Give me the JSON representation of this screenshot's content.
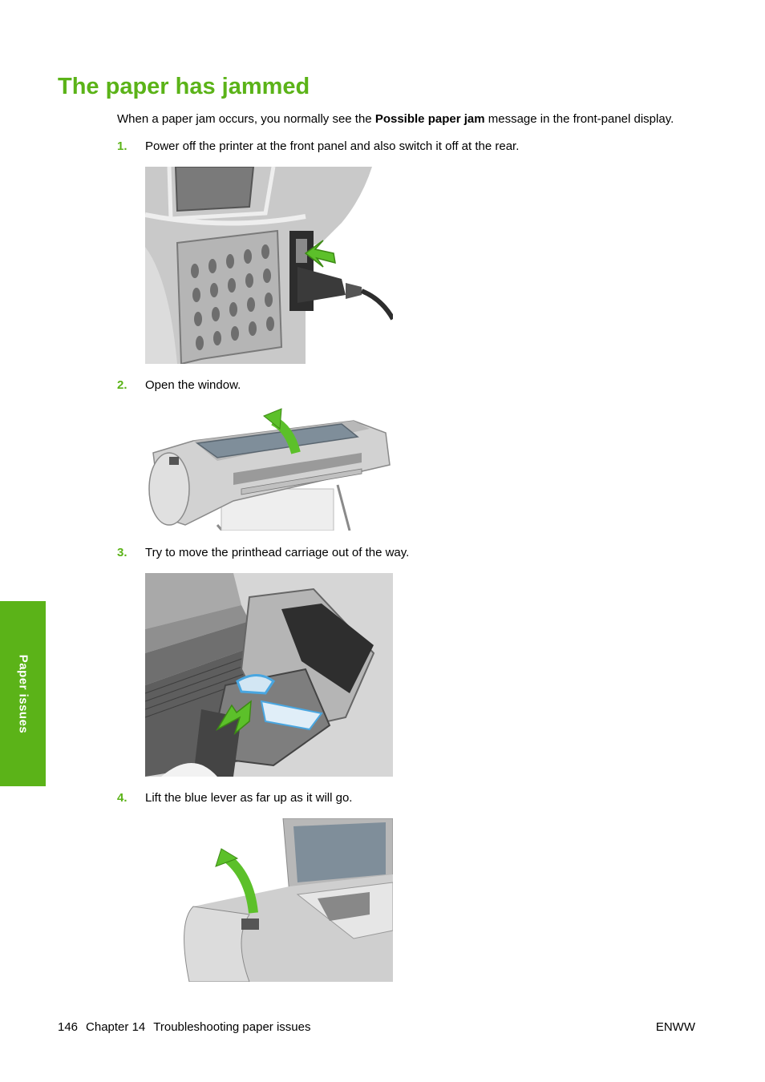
{
  "page": {
    "title": "The paper has jammed",
    "intro_before": "When a paper jam occurs, you normally see the ",
    "intro_bold": "Possible paper jam",
    "intro_after": " message in the front-panel display."
  },
  "steps": [
    {
      "number": "1.",
      "text": "Power off the printer at the front panel and also switch it off at the rear."
    },
    {
      "number": "2.",
      "text": "Open the window."
    },
    {
      "number": "3.",
      "text": "Try to move the printhead carriage out of the way."
    },
    {
      "number": "4.",
      "text": "Lift the blue lever as far up as it will go."
    }
  ],
  "side_tab": {
    "label": "Paper issues"
  },
  "footer": {
    "page_number": "146",
    "chapter": "Chapter 14",
    "chapter_title": "Troubleshooting paper issues",
    "right": "ENWW"
  },
  "colors": {
    "accent": "#5bb318",
    "arrow": "#5cc02a",
    "lever": "#49a6e0"
  }
}
